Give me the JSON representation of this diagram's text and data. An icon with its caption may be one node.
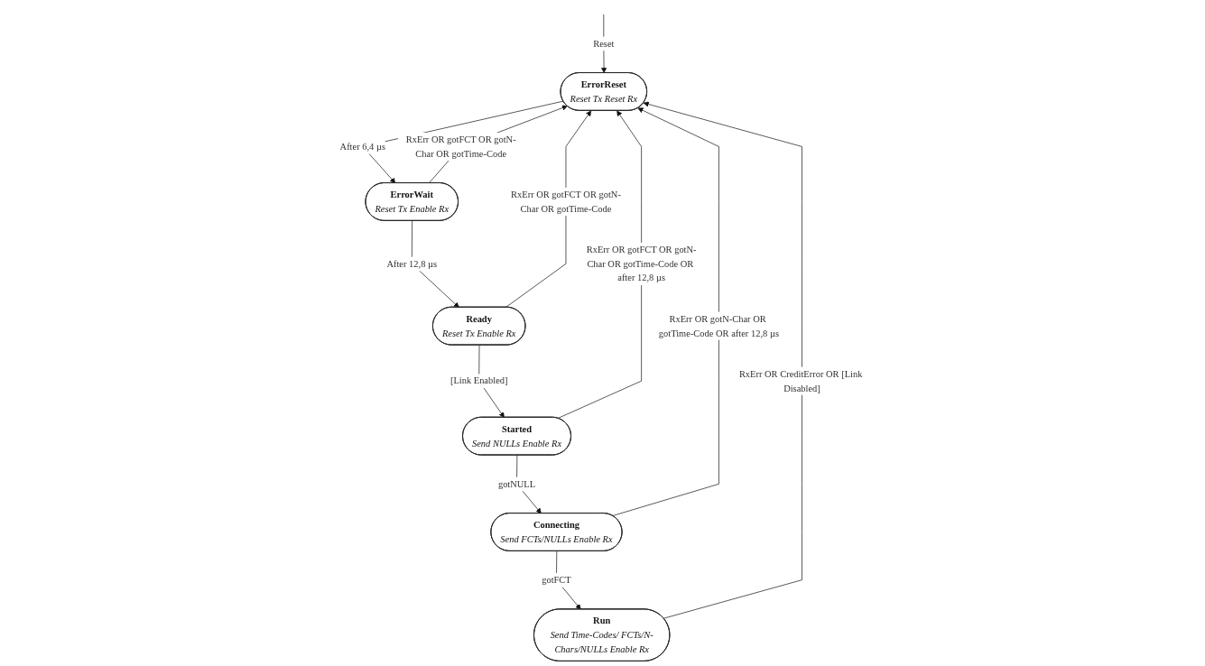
{
  "diagram": {
    "nodes": [
      {
        "text": [
          "ErrorReset",
          "Reset Tx Reset Rx"
        ]
      },
      {
        "text": [
          "Run",
          "Send Time-Codes/ FCTs/N-Chars/NULLs Enable Rx"
        ]
      },
      {
        "text": [
          "ErrorWait",
          "Reset Tx Enable Rx"
        ]
      },
      {
        "text": [
          "Connecting",
          "Send FCTs/NULLs Enable Rx"
        ]
      },
      {
        "text": [
          "Ready",
          "Reset Tx Enable Rx"
        ]
      },
      {
        "text": [
          "Started",
          "Send NULLs Enable Rx"
        ]
      }
    ],
    "edges": [
      {
        "from": null,
        "to": 0,
        "arrow": "to",
        "label": "Reset"
      },
      {
        "from": 1,
        "to": 0,
        "arrow": "to",
        "label": "RxErr OR CreditError OR [Link Disabled]"
      },
      {
        "from": 2,
        "to": 0,
        "arrow": "to",
        "label": "RxErr OR gotFCT OR gotN-Char OR gotTime-Code"
      },
      {
        "from": 0,
        "to": 2,
        "arrow": "to",
        "label": "After 6,4 µs"
      },
      {
        "from": 2,
        "to": 4,
        "arrow": "to",
        "label": "After 12,8 µs"
      },
      {
        "from": 4,
        "to": 0,
        "arrow": "to",
        "label": "RxErr OR gotFCT OR gotN-Char OR gotTime-Code"
      },
      {
        "from": 4,
        "to": 5,
        "arrow": "to",
        "label": "[Link Enabled]"
      },
      {
        "from": 5,
        "to": 0,
        "arrow": "to",
        "label": "RxErr OR gotFCT OR gotN-Char OR gotTime-Code OR after 12,8 µs"
      },
      {
        "from": 5,
        "to": 3,
        "arrow": "to",
        "label": "gotNULL"
      },
      {
        "from": 3,
        "to": 0,
        "arrow": "to",
        "label": "RxErr OR gotN-Char OR gotTime-Code OR after 12,8 µs"
      },
      {
        "from": 3,
        "to": 1,
        "arrow": "to",
        "label": "gotFCT"
      }
    ]
  }
}
